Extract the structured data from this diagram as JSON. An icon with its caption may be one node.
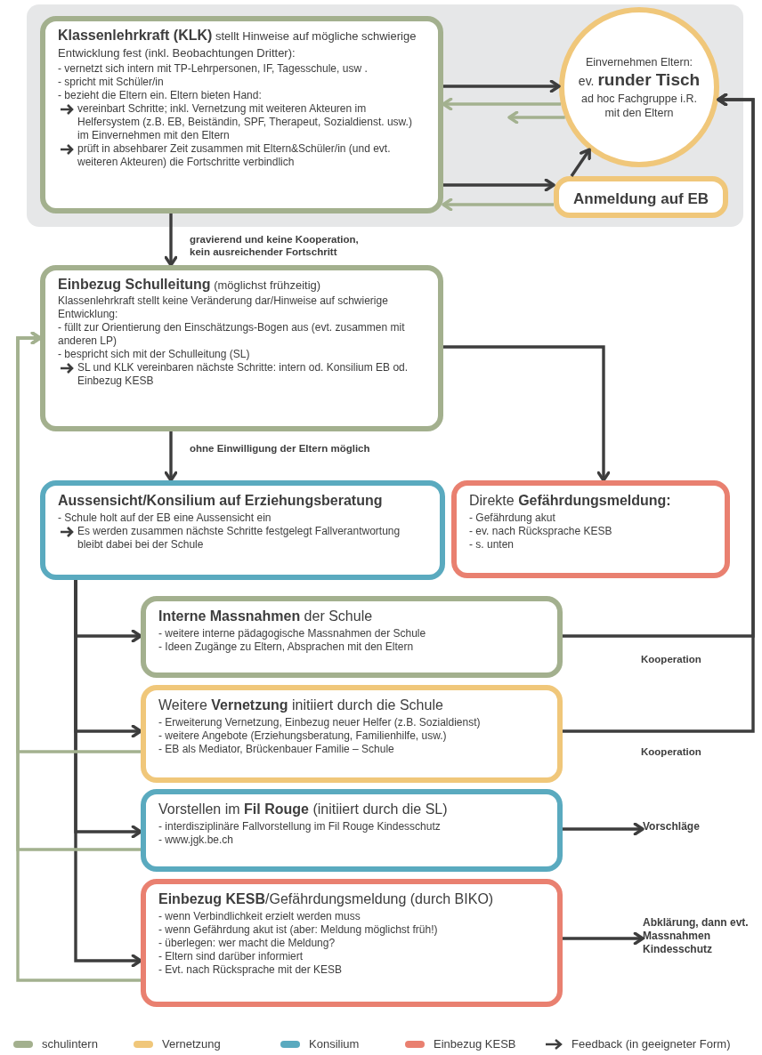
{
  "diagram": {
    "nodes": [
      {
        "text": [],
        "shape": "box"
      },
      {
        "text": [
          "**Klassenlehrkraft (KLK)** stellt Hinweise auf mögliche schwierige Entwicklung fest (inkl. Beobachtungen Dritter):",
          "- vernetzt sich intern mit TP-Lehrpersonen, IF, Tagesschule, usw .",
          "- spricht mit Schüler/in",
          "- bezieht die Eltern ein. Eltern bieten Hand:",
          "vereinbart Schritte; inkl. Vernetzung mit weiteren Akteuren im Helfersystem (z.B. EB, Beiständin, SPF, Therapeut, Sozialdienst. usw.) im Einvernehmen mit den Eltern",
          "prüft in absehbarer Zeit zusammen mit Eltern&Schüler/in (und evt. weiteren Akteuren) die Fortschritte verbindlich"
        ],
        "in": 0
      },
      {
        "text": [
          "Einvernehmen Eltern:",
          "ev. **runder Tisch**",
          "ad hoc Fachgruppe i.R. mit den Eltern"
        ],
        "in": 0
      },
      {
        "text": [
          "Anmeldung auf EB"
        ],
        "in": 0
      },
      {
        "text": [
          "**Einbezug Schulleitung** (möglichst frühzeitig)",
          "Klassenlehrkraft stellt keine Veränderung dar/Hinweise auf schwierige Entwicklung:",
          "- füllt zur Orientierung den Einschätzungs-Bogen aus (evt. zusammen mit anderen LP)",
          "- bespricht sich mit der Schulleitung (SL)",
          "SL und KLK vereinbaren nächste Schritte: intern od. Konsilium EB od. Einbezug KESB"
        ]
      },
      {
        "text": [
          "Aussensicht/Konsilium auf Erziehungsberatung",
          "- Schule holt auf der EB eine Aussensicht ein",
          "Es werden zusammen nächste Schritte festgelegt Fallverantwortung bleibt dabei bei der Schule"
        ]
      },
      {
        "text": [
          "Direkte **Gefährdungsmeldung:**",
          "- Gefährdung akut",
          "- ev. nach Rücksprache KESB",
          "- s. unten"
        ]
      },
      {
        "text": [
          "**Interne Massnahmen** der Schule",
          "- weitere interne pädagogische Massnahmen der Schule",
          "- Ideen Zugänge zu Eltern, Absprachen mit den Eltern"
        ]
      },
      {
        "text": [
          "Weitere **Vernetzung** initiiert durch die Schule",
          "- Erweiterung Vernetzung, Einbezug neuer Helfer (z.B. Sozialdienst)",
          "- weitere Angebote (Erziehungsberatung, Familienhilfe, usw.)",
          "- EB als Mediator, Brückenbauer Familie – Schule"
        ]
      },
      {
        "text": [
          "Vorstellen im **Fil Rouge** (initiiert durch die SL)",
          "- interdisziplinäre Fallvorstellung im Fil Rouge Kindesschutz",
          "- www.jgk.be.ch"
        ]
      },
      {
        "text": [
          "**Einbezug KESB**/Gefährdungsmeldung (durch BIKO)",
          "- wenn Verbindlichkeit erzielt werden muss",
          "- wenn Gefährdung akut ist (aber: Meldung möglichst früh!)",
          "- überlegen: wer macht die Meldung?",
          "- Eltern sind darüber informiert",
          "- Evt. nach Rücksprache mit der KESB"
        ]
      },
      {
        "text": [
          "Vorschläge"
        ]
      },
      {
        "text": [
          "Abklärung, dann evt. Massnahmen Kindesschutz"
        ]
      }
    ],
    "edges": [
      {
        "from": 1,
        "to": 2,
        "arrow": "to"
      },
      {
        "from": 2,
        "to": 1,
        "arrow": "to",
        "color": "#a3b18f"
      },
      {
        "from": 2,
        "to": null,
        "arrow": "to",
        "color": "#a3b18f"
      },
      {
        "from": 3,
        "to": 2,
        "arrow": "to"
      },
      {
        "from": 1,
        "to": 3,
        "arrow": "to"
      },
      {
        "from": 3,
        "to": 1,
        "arrow": "to",
        "color": "#a3b18f"
      },
      {
        "from": 1,
        "to": 4,
        "arrow": "to",
        "label": "gravierend und keine Kooperation, kein ausreichender Fortschritt"
      },
      {
        "from": 4,
        "to": 5,
        "arrow": "to",
        "label": "ohne Einwilligung der Eltern möglich"
      },
      {
        "from": 4,
        "to": 6,
        "arrow": "to"
      },
      {
        "from": 5,
        "to": 7,
        "arrow": "to"
      },
      {
        "from": 5,
        "to": 8,
        "arrow": "to"
      },
      {
        "from": 5,
        "to": 9,
        "arrow": "to"
      },
      {
        "from": 5,
        "to": 10,
        "arrow": "to"
      },
      {
        "from": 7,
        "to": 2,
        "arrow": "to",
        "label": "Kooperation"
      },
      {
        "from": 8,
        "to": 2,
        "arrow": "to",
        "label": "Kooperation"
      },
      {
        "from": 9,
        "to": 11,
        "arrow": "to"
      },
      {
        "from": 10,
        "to": 12,
        "arrow": "to"
      },
      {
        "from": 8,
        "to": 4,
        "arrow": "to",
        "color": "#a3b18f"
      },
      {
        "from": 9,
        "to": 4,
        "arrow": "to",
        "color": "#a3b18f"
      },
      {
        "from": 10,
        "to": 4,
        "arrow": "to",
        "color": "#a3b18f"
      }
    ],
    "legend": [
      {
        "text": "schulintern",
        "color": "#a3b08e"
      },
      {
        "text": "Vernetzung",
        "color": "#f0c77a"
      },
      {
        "text": "Konsilium",
        "color": "#5aaabf"
      },
      {
        "text": "Einbezug KESB",
        "color": "#e98070"
      },
      {
        "text": "Feedback (in geeigneter Form)"
      }
    ]
  }
}
